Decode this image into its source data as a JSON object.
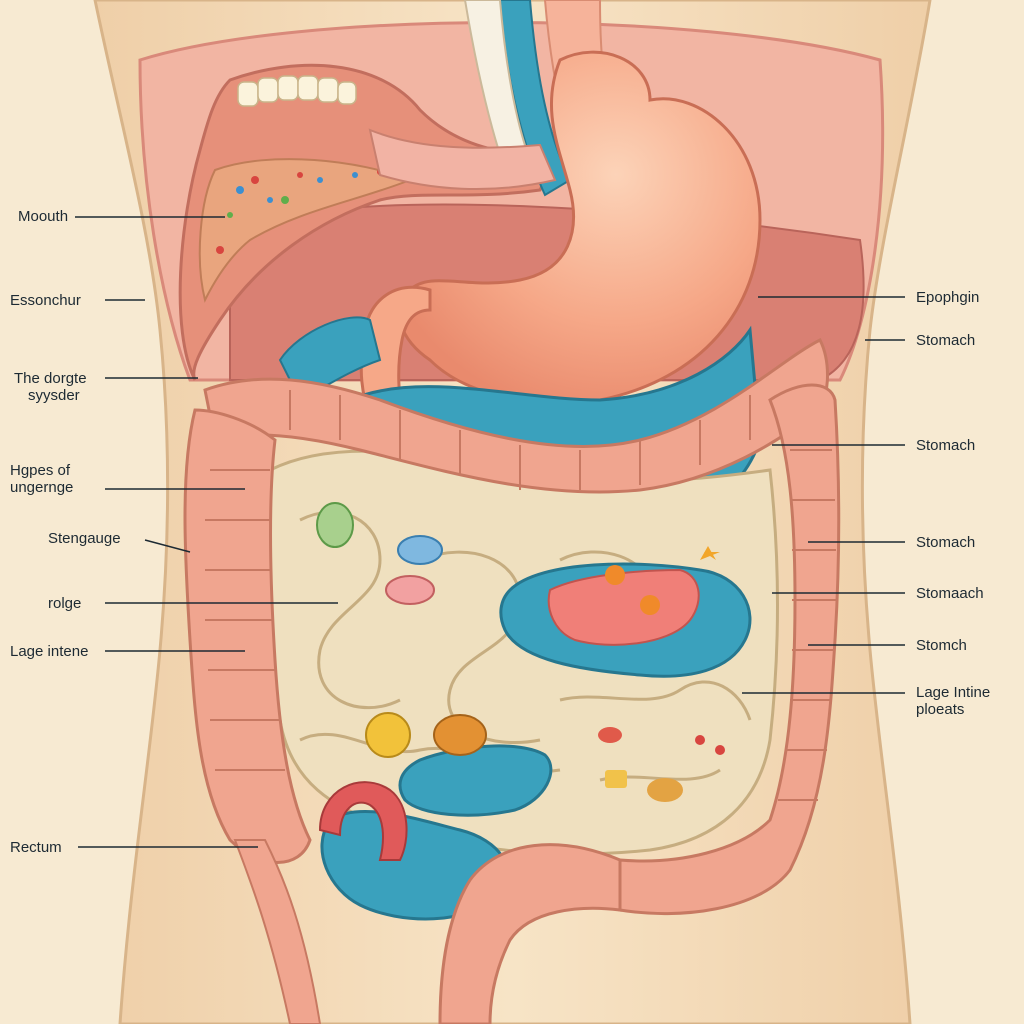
{
  "labels_left": [
    {
      "id": "mouth",
      "lines": [
        "Moouth"
      ]
    },
    {
      "id": "esoonchur",
      "lines": [
        "Essonchur"
      ]
    },
    {
      "id": "dorgte",
      "lines": [
        "The dorgte",
        "syysder"
      ]
    },
    {
      "id": "hgpes",
      "lines": [
        "Hgpes of",
        "ungernge"
      ]
    },
    {
      "id": "stengauge",
      "lines": [
        "Stengauge"
      ]
    },
    {
      "id": "rolge",
      "lines": [
        "rolge"
      ]
    },
    {
      "id": "lage-intene",
      "lines": [
        "Lage intene"
      ]
    },
    {
      "id": "rectum",
      "lines": [
        "Rectum"
      ]
    }
  ],
  "labels_right": [
    {
      "id": "epophgin",
      "lines": [
        "Epophgin"
      ]
    },
    {
      "id": "stomach-1",
      "lines": [
        "Stomach"
      ]
    },
    {
      "id": "stomach-2",
      "lines": [
        "Stomach"
      ]
    },
    {
      "id": "stomach-3",
      "lines": [
        "Stomach"
      ]
    },
    {
      "id": "stomach-4",
      "lines": [
        "Stomaach"
      ]
    },
    {
      "id": "stomach-5",
      "lines": [
        "Stomch"
      ]
    },
    {
      "id": "lage-intine",
      "lines": [
        "Lage Intine",
        "ploeats"
      ]
    }
  ],
  "colors": {
    "background": "#f7ead2",
    "skin": "#f3d2b0",
    "stomach": "#f4a889",
    "large_intestine": "#f0a58f",
    "small_intestine": "#efe0bf",
    "blue_colon": "#3aa1bd",
    "text": "#1d2a33"
  }
}
